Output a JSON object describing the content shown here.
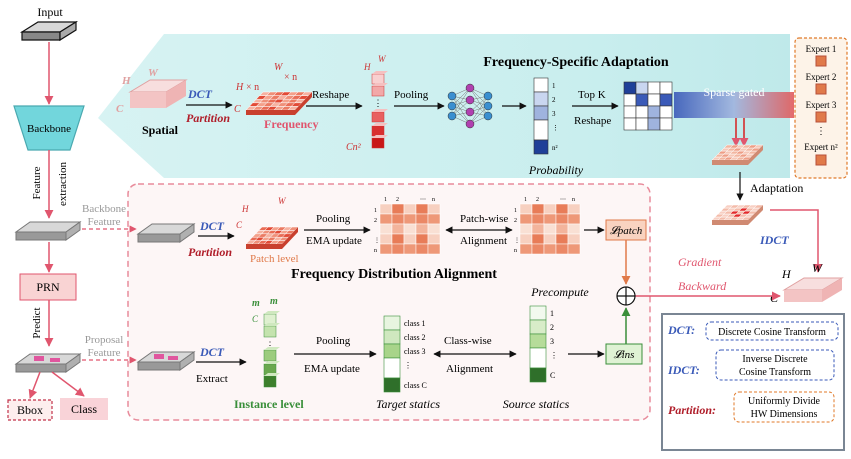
{
  "left": {
    "input": "Input",
    "backbone": "Backbone",
    "feature_extraction": [
      "Feature",
      "extraction"
    ],
    "prn": "PRN",
    "predict": "Predict",
    "bbox": "Bbox",
    "class": "Class",
    "backbone_feature": [
      "Backbone",
      "Feature"
    ],
    "proposal_feature": [
      "Proposal",
      "Feature"
    ]
  },
  "fsa": {
    "title": "Frequency-Specific Adaptation",
    "h": "H",
    "w": "W",
    "c": "C",
    "spatial": "Spatial",
    "dct": "DCT",
    "partition": "Partition",
    "frequency": "Frequency",
    "reshape": "Reshape",
    "cn2": "Cn²",
    "pooling": "Pooling",
    "probability": "Probability",
    "prob_labels": [
      "1",
      "2",
      "3",
      "⋮",
      "n²"
    ],
    "topk": "Top K",
    "reshape2": "Reshape",
    "sparse_gated": "Sparse gated",
    "experts": [
      "Expert 1",
      "Expert 2",
      "Expert 3",
      "⋮",
      "Expert n²"
    ],
    "adaptation": "Adaptation",
    "idct": "IDCT"
  },
  "fda": {
    "title": "Frequency Distribution Alignment",
    "dct_top": "DCT",
    "partition": "Partition",
    "patch_level": "Patch level",
    "pooling_top": "Pooling",
    "ema_top": "EMA update",
    "patchwise": "Patch-wise",
    "alignment_top": "Alignment",
    "matrix_cols": [
      "1",
      "2",
      "⋯",
      "n"
    ],
    "matrix_rows": [
      "1",
      "2",
      "⋮",
      "n"
    ],
    "l_patch": "𝓛patch",
    "precompute": "Precompute",
    "dct_bottom": "DCT",
    "extract": "Extract",
    "m": "m",
    "pooling_bottom": "Pooling",
    "ema_bottom": "EMA update",
    "classwise": "Class-wise",
    "alignment_bottom": "Alignment",
    "class_labels": [
      "class 1",
      "class 2",
      "class 3",
      "⋮",
      "class C"
    ],
    "source_labels": [
      "1",
      "2",
      "3",
      "⋮",
      "C"
    ],
    "instance_level": "Instance level",
    "target_statics": "Target statics",
    "source_statics": "Source statics",
    "l_ins": "𝓛ins"
  },
  "right": {
    "gradient": "Gradient",
    "backward": "Backward",
    "h": "H",
    "w": "W",
    "c": "C"
  },
  "legend": {
    "dct_key": "DCT:",
    "dct_val": "Discrete Cosine Transform",
    "idct_key": "IDCT:",
    "idct_val": [
      "Inverse Discrete",
      "Cosine Transform"
    ],
    "part_key": "Partition:",
    "part_val": [
      "Uniformly Divide",
      "HW Dimensions"
    ]
  },
  "colors": {
    "pink": "#e0566e",
    "blue_text": "#3a5ab8",
    "red_text": "#b01e2a",
    "green_text": "#3a8f3a",
    "teal": "#8fe0e0",
    "legend_border": "#7a8694"
  }
}
